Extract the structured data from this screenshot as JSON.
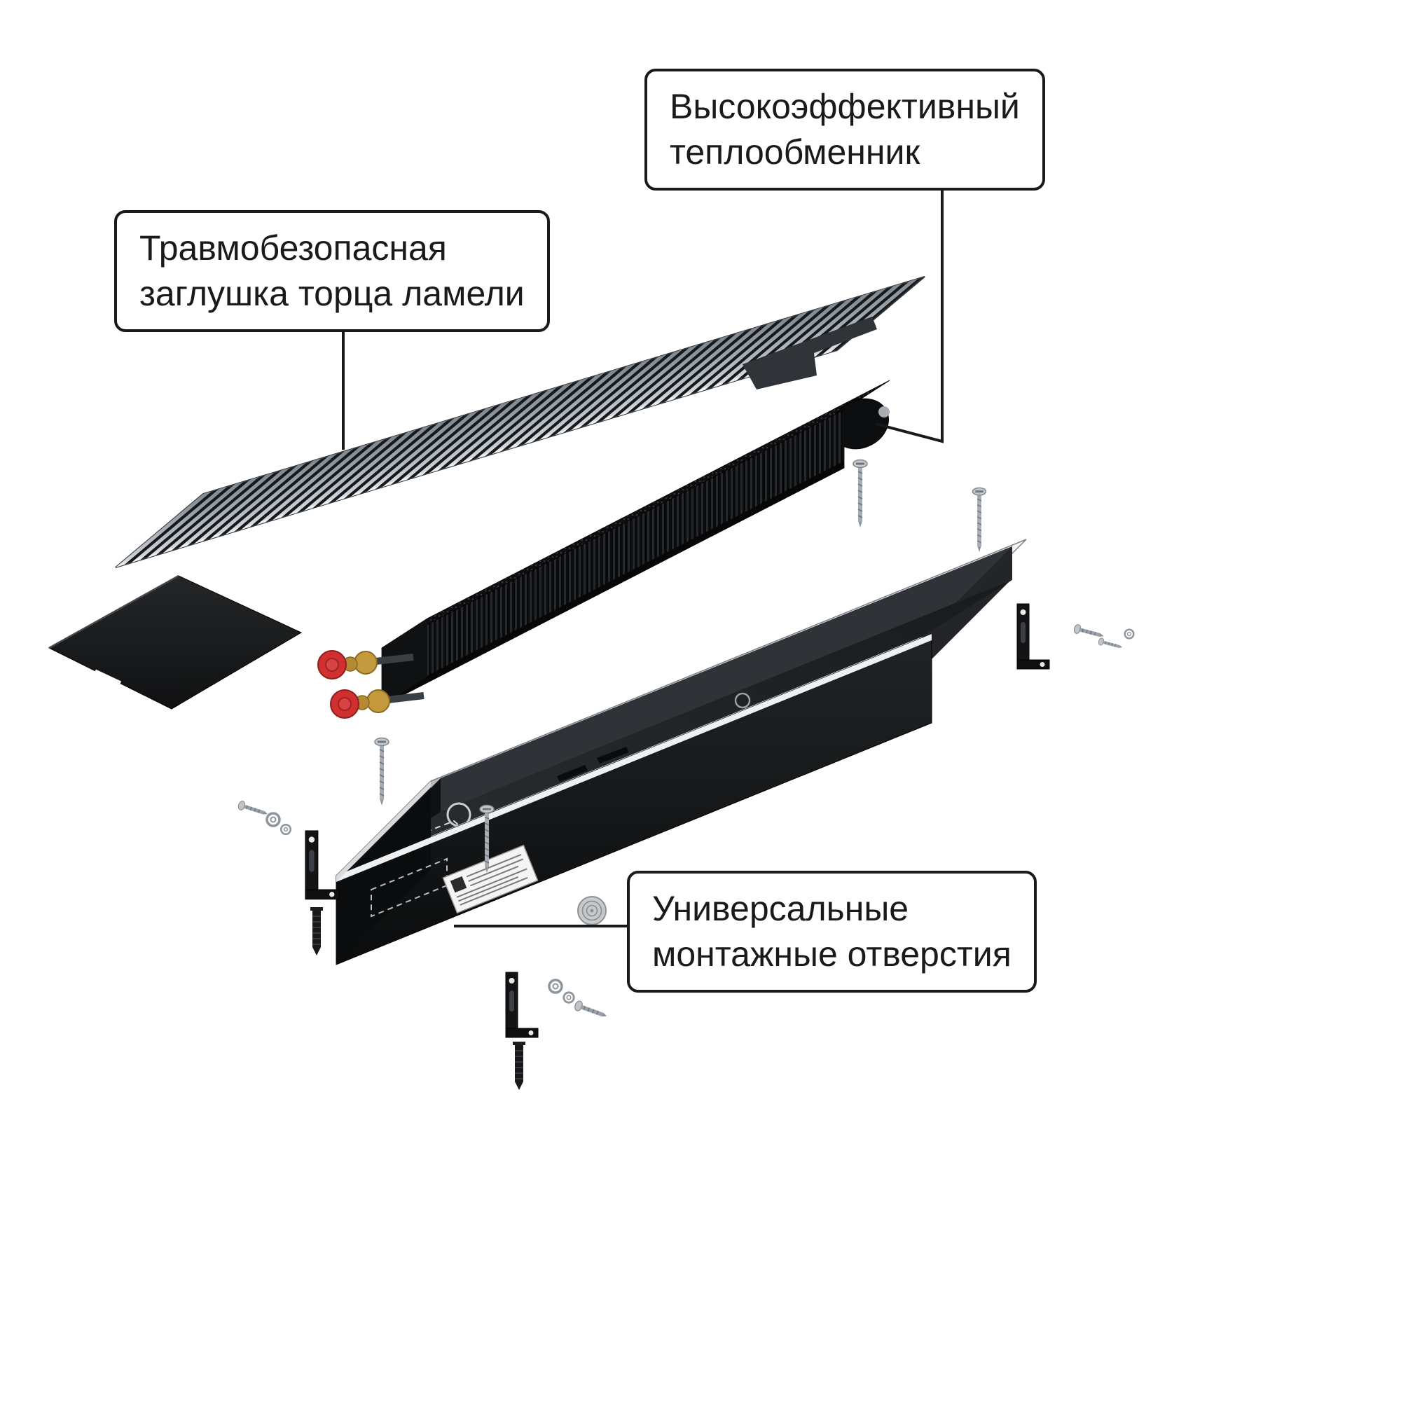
{
  "callouts": {
    "heat_exchanger": {
      "line1": "Высокоэффективный",
      "line2": "теплообменник"
    },
    "lamella_end_cap": {
      "line1": "Травмобезопасная",
      "line2": "заглушка торца ламели"
    },
    "mounting_holes": {
      "line1": "Универсальные",
      "line2": "монтажные отверстия"
    }
  },
  "colors": {
    "background": "#ffffff",
    "callout_border": "#1a1a1a",
    "callout_text": "#1a1a1a",
    "grille_slats_silver": "#aab3bb",
    "chassis_black": "#121314",
    "rim_silver": "#c9ced3",
    "valve_caps_red": "#d03030",
    "fittings_brass": "#c59a3f"
  }
}
